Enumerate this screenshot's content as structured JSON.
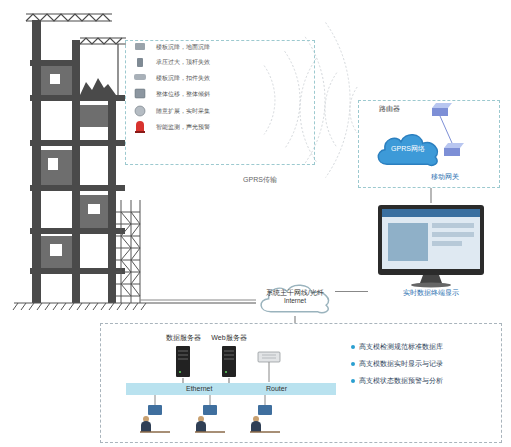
{
  "diagram": {
    "nodes": [
      {
        "text": [
          "楼板沉降，地面沉降",
          "承压过大，顶杆失效",
          "楼板沉降，扣件失效",
          "整体位移，整体倾斜",
          "随意扩展，实时采集",
          "智能监测，声光预警"
        ]
      },
      {
        "text": [
          "路由器",
          "移动网关"
        ]
      },
      {
        "text": [
          "GPRS网络"
        ],
        "in": 1
      },
      {
        "text": [
          "实时数据终端显示"
        ]
      },
      {
        "text": [
          "系统主干网线/光纤 Internet"
        ]
      },
      {
        "text": [
          "高支模检测规范标准数据库",
          "高支模数据实时显示与记录",
          "高支模状态数据预警与分析"
        ]
      },
      {
        "text": [
          "数据服务器"
        ],
        "in": 5
      },
      {
        "text": [
          "Web服务器"
        ],
        "in": 5
      },
      {
        "text": [
          "Ethernet",
          "Router"
        ],
        "in": 5
      }
    ],
    "edges": [
      {
        "from": 1,
        "to": 3,
        "arrow": "none"
      },
      {
        "from": 4,
        "to": 3,
        "arrow": "none"
      },
      {
        "from": 4,
        "to": 5,
        "arrow": "none"
      },
      {
        "from": 6,
        "to": 8,
        "arrow": "none"
      },
      {
        "from": 7,
        "to": 8,
        "arrow": "none"
      }
    ],
    "labels": [
      "GPRS传输"
    ]
  }
}
